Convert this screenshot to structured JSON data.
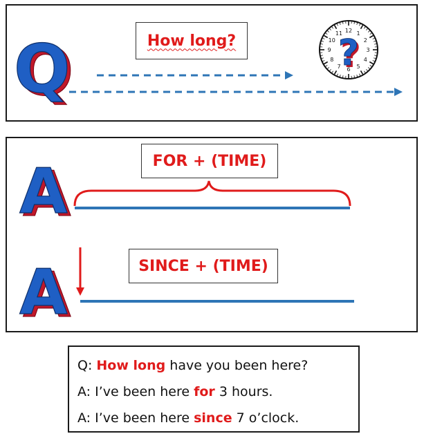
{
  "question_panel": {
    "letter": "Q",
    "label": "How long?",
    "clock_mark": "?",
    "clock_numbers": [
      "12",
      "1",
      "2",
      "3",
      "4",
      "5",
      "6",
      "7",
      "8",
      "9",
      "10",
      "11"
    ]
  },
  "for_panel": {
    "letter": "A",
    "label": "FOR + (TIME)"
  },
  "since_panel": {
    "letter": "A",
    "label": "SINCE + (TIME)"
  },
  "examples": {
    "q_prefix": "Q: ",
    "q_highlight": "How long",
    "q_rest": " have you been here?",
    "a1_prefix": "A: I’ve been here ",
    "a1_highlight": "for",
    "a1_rest": " 3 hours.",
    "a2_prefix": "A: I’ve been here ",
    "a2_highlight": "since",
    "a2_rest": " 7 o’clock."
  },
  "colors": {
    "red": "#e01b1b",
    "blue": "#2e75b6",
    "letter_blue": "#1f5fc4",
    "letter_shadow": "#c0182a"
  }
}
